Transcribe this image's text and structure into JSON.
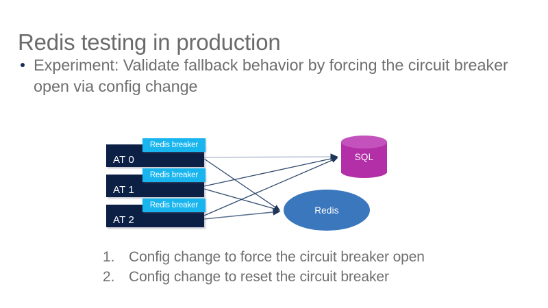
{
  "slide": {
    "title": "Redis testing in production",
    "bullets": [
      "Experiment: Validate fallback behavior by forcing the circuit breaker open via config change"
    ],
    "numbered_steps": [
      {
        "number": "1.",
        "text": "Config change to force the circuit breaker open"
      },
      {
        "number": "2.",
        "text": "Config change to reset the circuit breaker"
      }
    ]
  },
  "diagram": {
    "nodes": [
      {
        "id": "at0",
        "label": "AT 0",
        "chip": "Redis breaker"
      },
      {
        "id": "at1",
        "label": "AT 1",
        "chip": "Redis breaker"
      },
      {
        "id": "at2",
        "label": "AT 2",
        "chip": "Redis breaker"
      }
    ],
    "stores": {
      "sql": {
        "label": "SQL",
        "shape": "cylinder"
      },
      "redis": {
        "label": "Redis",
        "shape": "ellipse"
      }
    },
    "edges": [
      {
        "from": "at0",
        "to": "sql"
      },
      {
        "from": "at0",
        "to": "redis"
      },
      {
        "from": "at1",
        "to": "sql"
      },
      {
        "from": "at1",
        "to": "redis"
      },
      {
        "from": "at2",
        "to": "sql"
      },
      {
        "from": "at2",
        "to": "redis"
      }
    ]
  },
  "colors": {
    "title_gray": "#6b6b6b",
    "body_gray": "#6f6f6f",
    "node_navy": "#0c2045",
    "breaker_cyan": "#18b5ef",
    "sql_magenta": "#b22fa8",
    "sql_magenta_top": "#c452bc",
    "redis_blue": "#3a77bd",
    "connector_navy": "#2f4a6d",
    "background": "#ffffff"
  }
}
